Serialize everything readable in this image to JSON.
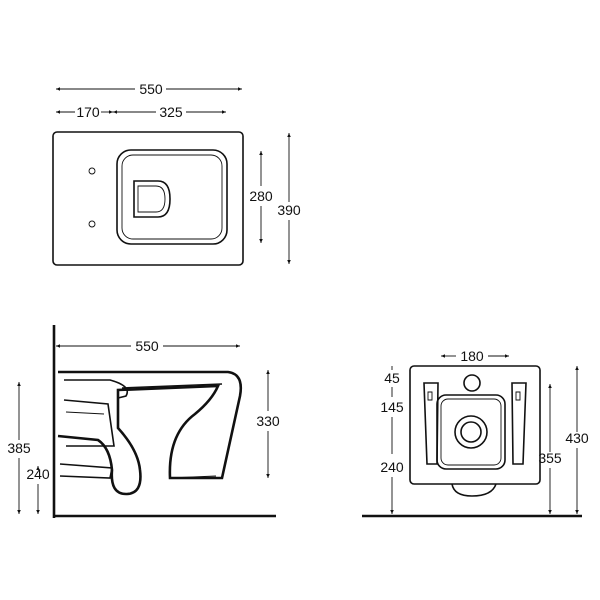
{
  "top_view": {
    "overall_length": "550",
    "fixing_offset": "170",
    "seat_length": "325",
    "seat_width": "280",
    "overall_width": "390"
  },
  "side_view": {
    "overall_length": "550",
    "bowl_height": "330",
    "top_height": "385",
    "outlet_height": "240"
  },
  "front_view": {
    "fixing_spacing": "180",
    "top_offset": "45",
    "fixing_height": "145",
    "outlet_height": "240",
    "bowl_bottom_height": "355",
    "top_height": "430"
  }
}
